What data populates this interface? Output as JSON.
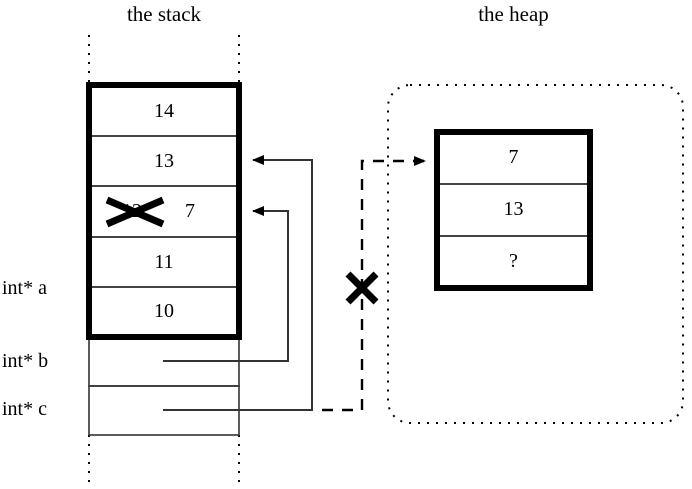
{
  "titles": {
    "stack": "the stack",
    "heap": "the heap"
  },
  "stack": {
    "variable_labels": [
      "int* a",
      "int* b",
      "int* c"
    ],
    "frame_cells": [
      {
        "value": "14",
        "crossed_out": null
      },
      {
        "value": "13",
        "crossed_out": null
      },
      {
        "value": "7",
        "crossed_out": "12"
      },
      {
        "value": "11",
        "crossed_out": null
      },
      {
        "value": "10",
        "crossed_out": null
      }
    ],
    "pointer_cells": [
      "",
      ""
    ]
  },
  "heap": {
    "cells": [
      "7",
      "13",
      "?"
    ]
  },
  "annotations": {
    "strike_marks": [
      "stack-value-strike",
      "heap-pointer-strike"
    ]
  },
  "colors": {
    "ink": "#000000",
    "background": "#ffffff",
    "thin_line": "#444444"
  }
}
